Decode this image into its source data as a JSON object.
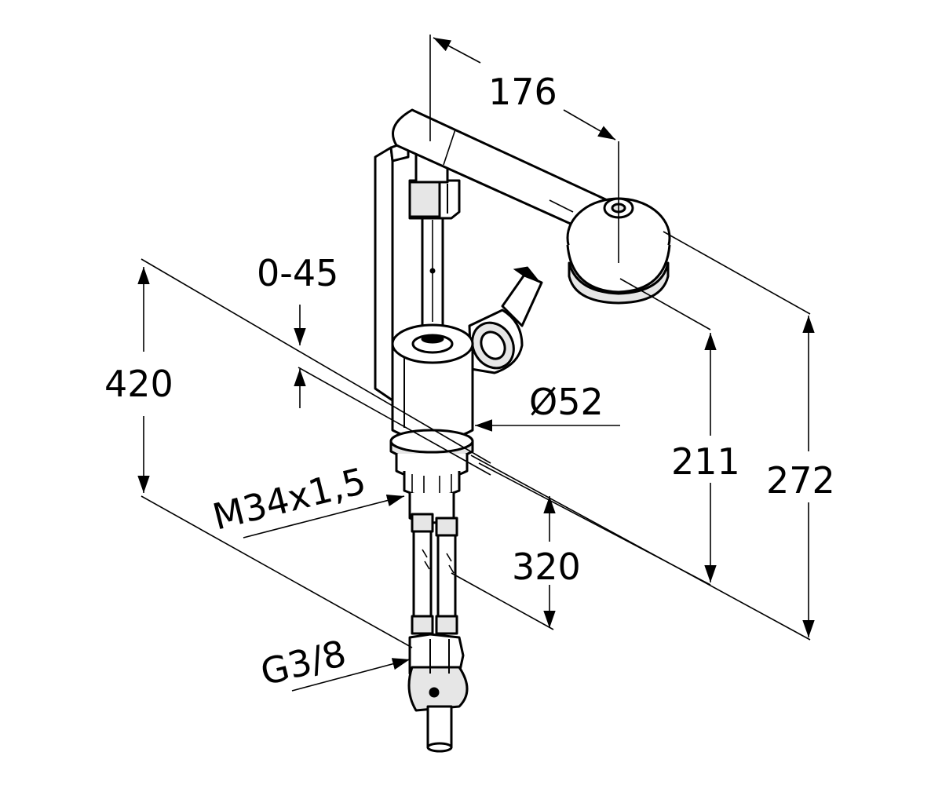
{
  "dimensions": {
    "reach": "176",
    "swivel": "0-45",
    "total_height": "420",
    "body_diameter": "Ø52",
    "outlet_height": "211",
    "head_height": "272",
    "thread": "M34x1,5",
    "shank_length": "320",
    "connection": "G3/8"
  }
}
